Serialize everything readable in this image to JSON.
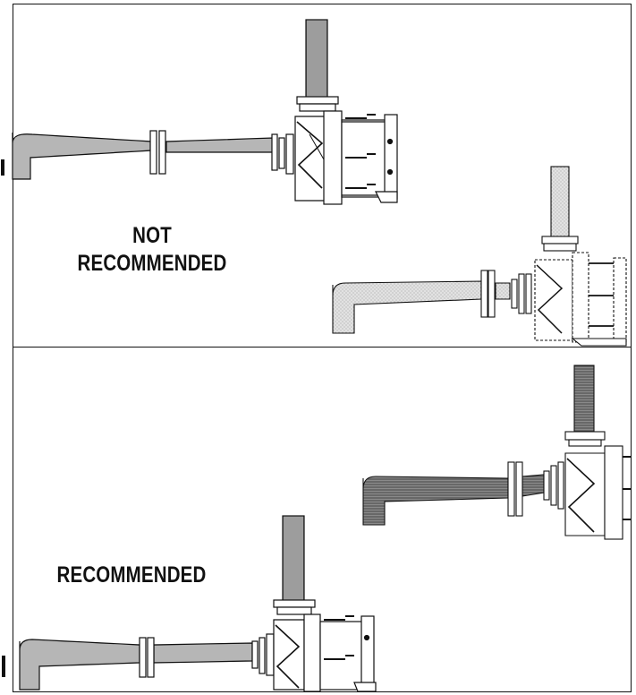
{
  "labels": {
    "not_recommended_line1": "NOT",
    "not_recommended_line2": "RECOMMENDED",
    "recommended": "RECOMMENDED"
  },
  "colors": {
    "ink": "#111111",
    "pipe_fill": "#bdbdbd",
    "background": "#ffffff"
  }
}
